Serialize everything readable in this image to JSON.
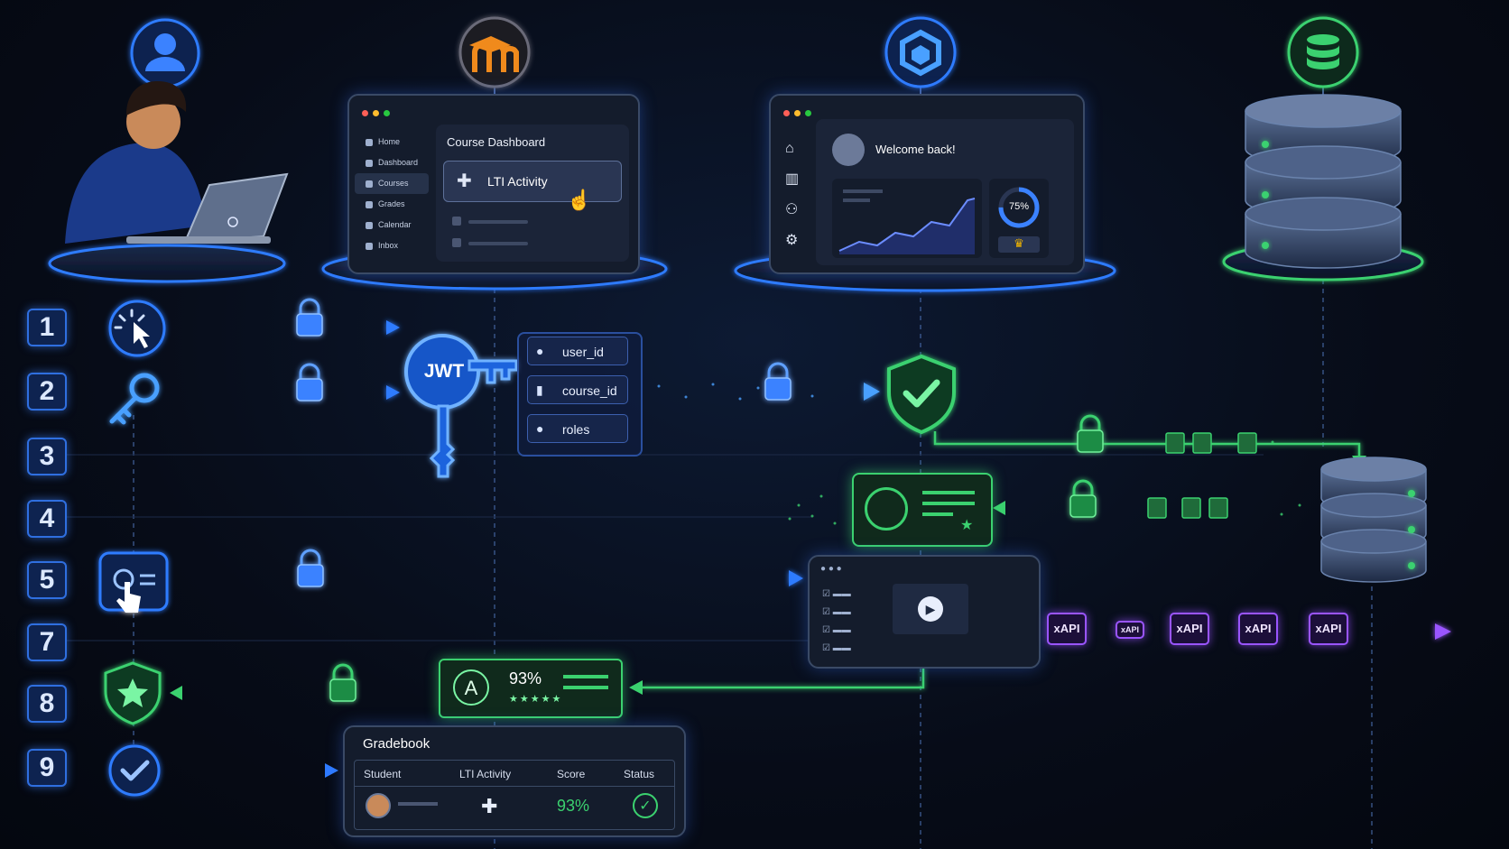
{
  "steps": [
    "1",
    "2",
    "3",
    "4",
    "5",
    "7",
    "8",
    "9"
  ],
  "lms": {
    "sidebar": [
      "Home",
      "Dashboard",
      "Courses",
      "Grades",
      "Calendar",
      "Inbox"
    ],
    "title": "Course Dashboard",
    "activity": "LTI Activity"
  },
  "tool": {
    "welcome": "Welcome back!",
    "progress": "75%",
    "progress_value": 0.75
  },
  "jwt": {
    "label": "JWT",
    "claims": [
      "user_id",
      "course_id",
      "roles"
    ]
  },
  "xapi": {
    "labels": [
      "xAPI",
      "xAPI",
      "xAPI",
      "xAPI",
      "xAPI"
    ]
  },
  "grade": {
    "letter": "A",
    "score": "93%",
    "stars": "★★★★★"
  },
  "gradebook": {
    "title": "Gradebook",
    "headers": [
      "Student",
      "LTI Activity",
      "Score",
      "Status"
    ],
    "score": "93%"
  },
  "colors": {
    "blue": "#2f7bff",
    "green": "#3bd16f",
    "purple": "#9a55ff",
    "orange": "#f08a1c"
  },
  "icons": [
    "user-icon",
    "moodle-logo-icon",
    "tool-cube-icon",
    "database-icon",
    "click-icon",
    "key-icon",
    "lock-icon",
    "shield-check-icon",
    "star-shield-icon",
    "check-circle-icon",
    "puzzle-icon",
    "play-icon",
    "trophy-icon"
  ]
}
